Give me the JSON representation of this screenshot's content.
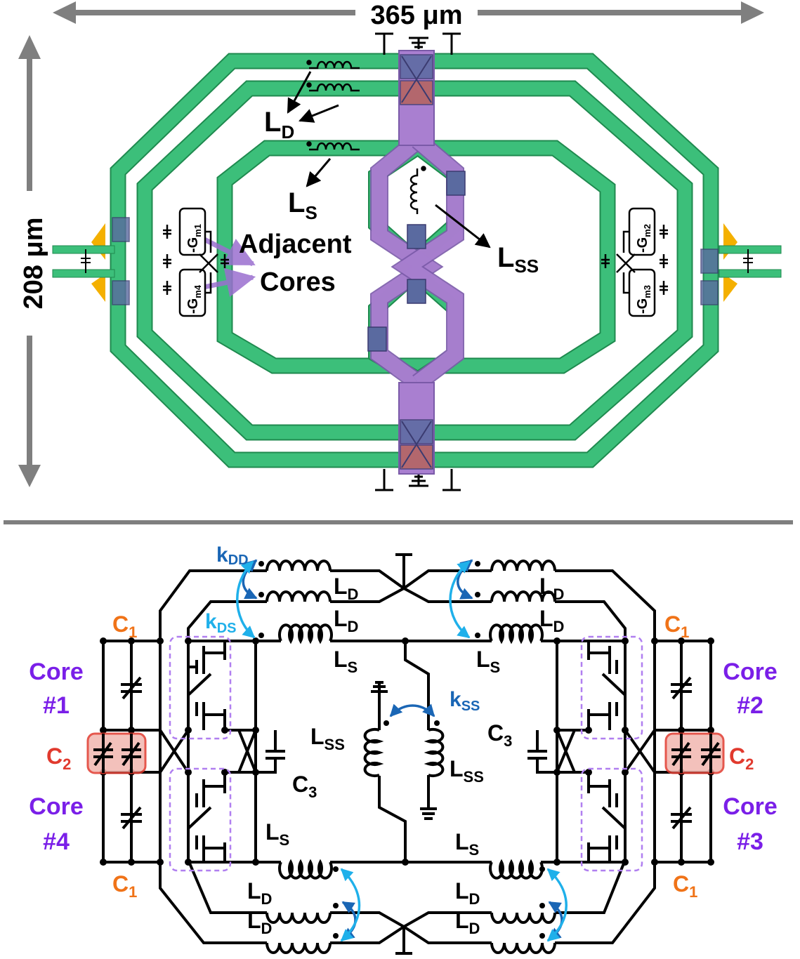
{
  "dimensions": {
    "width_label": "365 μm",
    "height_label": "208 μm"
  },
  "layout_labels": {
    "ld": {
      "main": "L",
      "sub": "D"
    },
    "ls": {
      "main": "L",
      "sub": "S"
    },
    "lss": {
      "main": "L",
      "sub": "SS"
    },
    "adjacent_line1": "Adjacent",
    "adjacent_line2": "Cores",
    "gm1": {
      "main": "-G",
      "sub": "m1"
    },
    "gm2": {
      "main": "-G",
      "sub": "m2"
    },
    "gm3": {
      "main": "-G",
      "sub": "m3"
    },
    "gm4": {
      "main": "-G",
      "sub": "m4"
    }
  },
  "schematic_labels": {
    "kdd": {
      "main": "k",
      "sub": "DD"
    },
    "kds": {
      "main": "k",
      "sub": "DS"
    },
    "kss": {
      "main": "k",
      "sub": "SS"
    },
    "ld": {
      "main": "L",
      "sub": "D"
    },
    "ls": {
      "main": "L",
      "sub": "S"
    },
    "lss": {
      "main": "L",
      "sub": "SS"
    },
    "c1": {
      "main": "C",
      "sub": "1"
    },
    "c2": {
      "main": "C",
      "sub": "2"
    },
    "c3": {
      "main": "C",
      "sub": "3"
    },
    "core1": {
      "line1": "Core",
      "line2": "#1"
    },
    "core2": {
      "line1": "Core",
      "line2": "#2"
    },
    "core3": {
      "line1": "Core",
      "line2": "#3"
    },
    "core4": {
      "line1": "Core",
      "line2": "#4"
    }
  },
  "colors": {
    "metal_green": "#3cbf7a",
    "metal_outline": "#1f8a4f",
    "via_purple": "#a97fd0",
    "via_blue": "#5a6aa0",
    "via_red": "#b5635c",
    "pad_orange": "#f4b000",
    "dim_gray": "#7f7f7f",
    "kdd_blue": "#1a66b5",
    "kds_blue": "#1fb0ea",
    "cap_orange": "#f07318",
    "c2_red": "#e13a2e",
    "core_purple": "#7a1fe8",
    "box_dash": "#b07ff0"
  }
}
